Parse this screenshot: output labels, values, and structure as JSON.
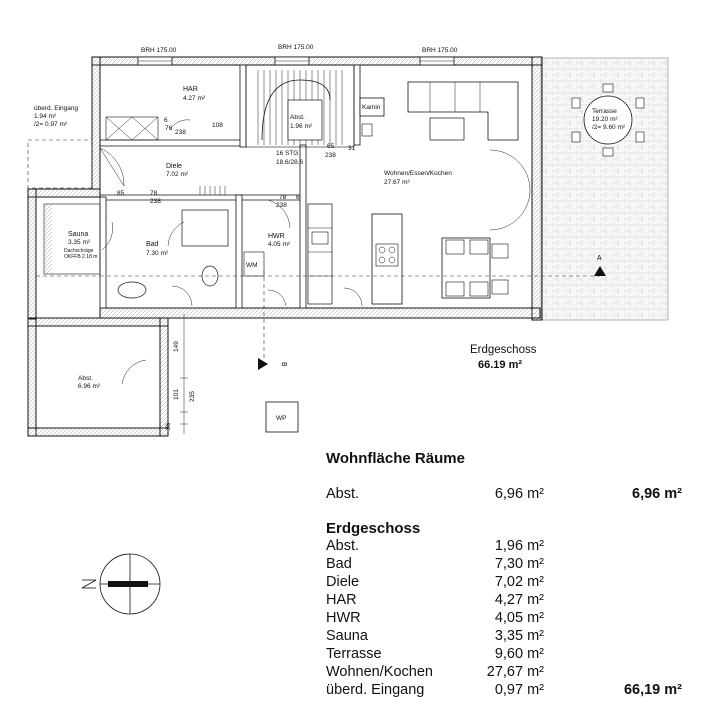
{
  "plan": {
    "brh_labels": [
      "BRH 175.00",
      "BRH 175.00",
      "BRH 175.00"
    ],
    "rooms": {
      "har": {
        "name": "HAR",
        "area": "4.27 m²"
      },
      "entrance": {
        "name": "überd. Eingang",
        "area1": "1.94 m²",
        "area2": "/2= 0.97 m²"
      },
      "abst_small": {
        "name": "Abst.",
        "area": "1.96 m²"
      },
      "kamin": {
        "name": "Kamin"
      },
      "terrace": {
        "name": "Terrasse",
        "area": "19.20 m²",
        "area2": "/2= 9.60 m²"
      },
      "diele": {
        "name": "Diele",
        "area": "7.02 m²"
      },
      "stairs": {
        "steps": "16 STG",
        "ratio": "18.6/28.6"
      },
      "living": {
        "name": "Wohnen/Essen/Kochen",
        "area": "27.67 m²"
      },
      "sauna": {
        "name": "Sauna",
        "area": "3.35 m²",
        "note1": "Dachschräge",
        "note2": "OKFFB 2.18 m"
      },
      "bad": {
        "name": "Bad",
        "area": "7.30 m²"
      },
      "hwr": {
        "name": "HWR",
        "area": "4.05 m²"
      },
      "wm": {
        "name": "WM"
      },
      "abst_big": {
        "name": "Abst.",
        "area": "6.96 m²"
      },
      "wp": {
        "name": "WP"
      }
    },
    "door_dims": [
      "76",
      "238",
      "108",
      "85",
      "78",
      "238",
      "78",
      "238",
      "65",
      "238",
      "31",
      "6",
      "6"
    ],
    "dims_vertical": [
      "149",
      "101",
      "235",
      "36"
    ],
    "section_a": "A",
    "section_b": "B",
    "floor_title": "Erdgeschoss",
    "floor_area": "66.19 m²"
  },
  "areas": {
    "title": "Wohnfläche Räume",
    "group1": {
      "rows": [
        {
          "label": "Abst.",
          "value": "6,96 m²",
          "total": "6,96 m²"
        }
      ]
    },
    "group2": {
      "title": "Erdgeschoss",
      "rows": [
        {
          "label": "Abst.",
          "value": "1,96 m²"
        },
        {
          "label": "Bad",
          "value": "7,30 m²"
        },
        {
          "label": "Diele",
          "value": "7,02 m²"
        },
        {
          "label": "HAR",
          "value": "4,27 m²"
        },
        {
          "label": "HWR",
          "value": "4,05 m²"
        },
        {
          "label": "Sauna",
          "value": "3,35 m²"
        },
        {
          "label": "Terrasse",
          "value": "9,60 m²"
        },
        {
          "label": "Wohnen/Kochen",
          "value": "27,67 m²"
        },
        {
          "label": "überd. Eingang",
          "value": "0,97 m²",
          "total": "66,19 m²"
        }
      ]
    }
  },
  "north_arrow": {
    "label": "N"
  }
}
